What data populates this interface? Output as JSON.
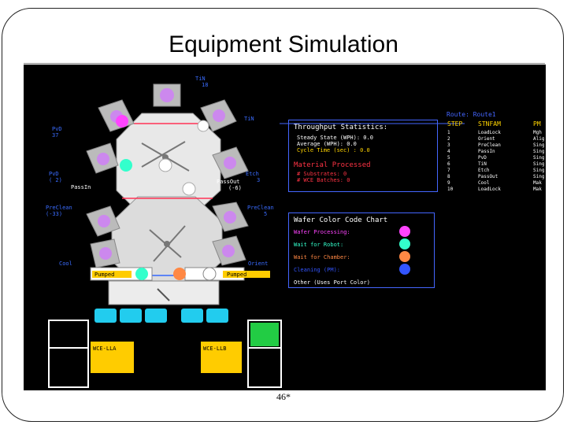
{
  "slide": {
    "title": "Equipment Simulation",
    "footer": "46*"
  },
  "chambers": {
    "tin1": "TiN",
    "tin1_count": "18",
    "tin2": "TiN",
    "pvd1": "PvD",
    "pvd1_count": "37",
    "pvd2": "PvD",
    "pvd2_count": "( 2)",
    "etch": "Etch",
    "etch_count": "3",
    "passin": "PassIn",
    "passout": "PassOut",
    "passout_count": "(-6)",
    "preclean1": "PreClean",
    "preclean1_count": "(-33)",
    "preclean2": "PreClean",
    "preclean2_count": "5",
    "cool": "Cool",
    "orient": "Orient",
    "pumped1": "Pumped",
    "pumped2": "Pumped",
    "wce_a": "WCE-LLA",
    "wce_b": "WCE-LLB"
  },
  "throughput": {
    "title": "Throughput Statistics:",
    "line1": "Steady State (WPH): 0.0",
    "line2": "Average (WPH): 0.0",
    "line3": "Cycle Time (sec) : 0.0"
  },
  "material": {
    "title": "Material Processed",
    "line1": "# Substrates: 0",
    "line2": "# WCE Batches: 0"
  },
  "color_chart": {
    "title": "Wafer Color Code Chart",
    "items": [
      {
        "label": "Wafer Processing:",
        "color": "#ff44ff"
      },
      {
        "label": "Wait for Robot:",
        "color": "#33ffcc"
      },
      {
        "label": "Wait for Chamber:",
        "color": "#ff8844"
      },
      {
        "label": "Cleaning (PM):",
        "color": "#3355ff"
      },
      {
        "label": "Other (Uses Port Color)",
        "color": ""
      }
    ]
  },
  "route": {
    "title": "Route: Route1",
    "headers": [
      "STEP",
      "STNFAM",
      "PM"
    ],
    "rows": [
      [
        "1",
        "LoadLock",
        "Mgh"
      ],
      [
        "2",
        "Orient",
        "Alig"
      ],
      [
        "3",
        "PreClean",
        "Sing"
      ],
      [
        "4",
        "PassIn",
        "Sing"
      ],
      [
        "5",
        "PvD",
        "Sing"
      ],
      [
        "6",
        "TiN",
        "Sing"
      ],
      [
        "7",
        "Etch",
        "Sing"
      ],
      [
        "8",
        "PassOut",
        "Sing"
      ],
      [
        "9",
        "Cool",
        "Mak"
      ],
      [
        "10",
        "LoadLock",
        "Mak"
      ]
    ]
  }
}
